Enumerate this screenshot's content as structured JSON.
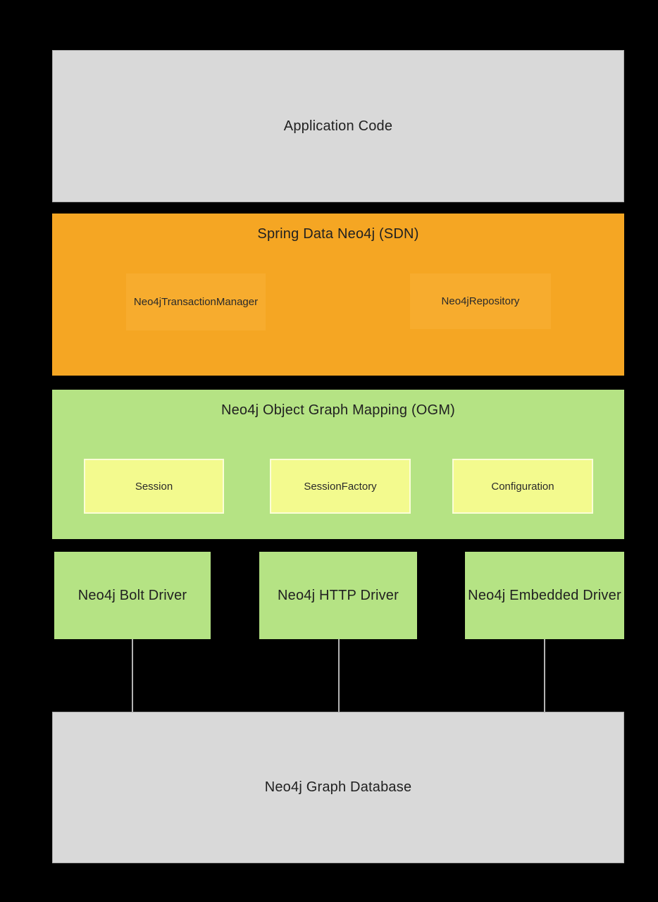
{
  "layers": {
    "application": {
      "label": "Application Code"
    },
    "sdn": {
      "label": "Spring Data Neo4j (SDN)",
      "components": [
        {
          "label": "Neo4jTransactionManager"
        },
        {
          "label": "Neo4jRepository"
        }
      ]
    },
    "ogm": {
      "label": "Neo4j Object Graph Mapping (OGM)",
      "components": [
        {
          "label": "Session"
        },
        {
          "label": "SessionFactory"
        },
        {
          "label": "Configuration"
        }
      ]
    },
    "drivers": [
      {
        "label": "Neo4j Bolt Driver"
      },
      {
        "label": "Neo4j HTTP Driver"
      },
      {
        "label": "Neo4j Embedded Driver"
      }
    ],
    "database": {
      "label": "Neo4j Graph Database"
    }
  },
  "colors": {
    "background": "#000000",
    "layer_gray": "#d9d9d9",
    "layer_gray_border": "#ababab",
    "layer_orange": "#f5a623",
    "component_orange": "#f7ac2e",
    "layer_green": "#b5e384",
    "component_yellow": "#f3fa8e",
    "connector_line": "#b3b3b3",
    "text": "#212121"
  }
}
